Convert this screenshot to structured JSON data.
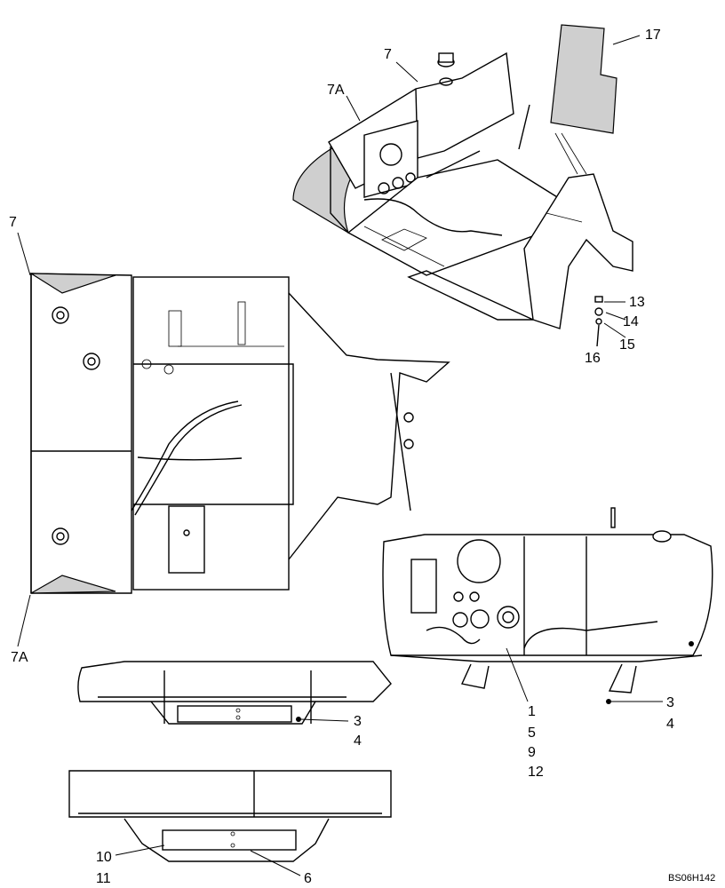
{
  "callouts": {
    "c7_top": "7",
    "c7A_top": "7A",
    "c17": "17",
    "c13": "13",
    "c14": "14",
    "c15": "15",
    "c16": "16",
    "c7_left": "7",
    "c7A_left": "7A",
    "c3_mid": "3",
    "c4_mid": "4",
    "c3_right": "3",
    "c4_right": "4",
    "c1": "1",
    "c5": "5",
    "c9": "9",
    "c12": "12",
    "c10": "10",
    "c11": "11",
    "c6": "6"
  },
  "drawing_code": "BS06H142"
}
